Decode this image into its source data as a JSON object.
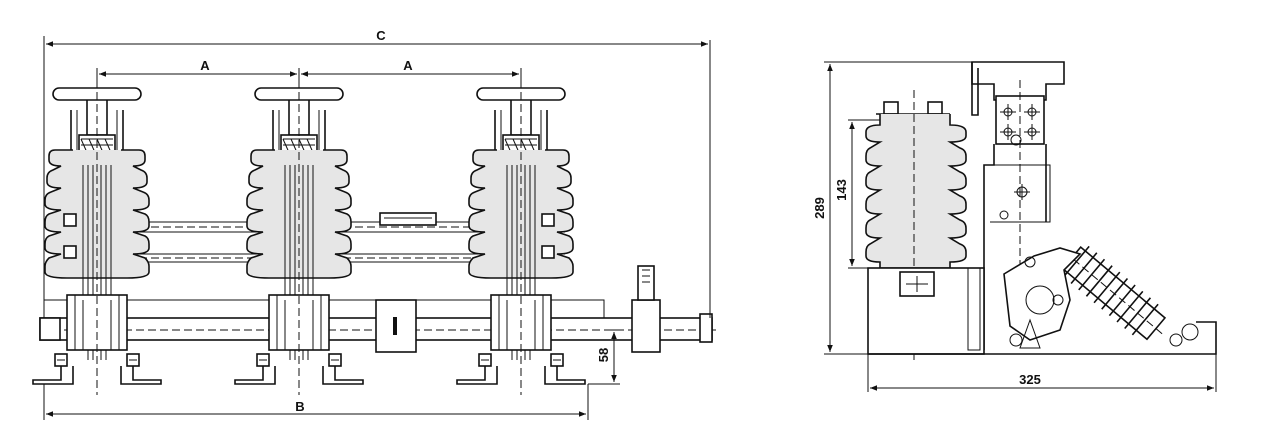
{
  "front_view": {
    "dimensions": {
      "overall_width": "C",
      "pole_spacing_left": "A",
      "pole_spacing_right": "A",
      "base_width": "B",
      "shaft_height": "58"
    }
  },
  "side_view": {
    "dimensions": {
      "total_height": "289",
      "insulator_height": "143",
      "base_length": "325"
    }
  }
}
